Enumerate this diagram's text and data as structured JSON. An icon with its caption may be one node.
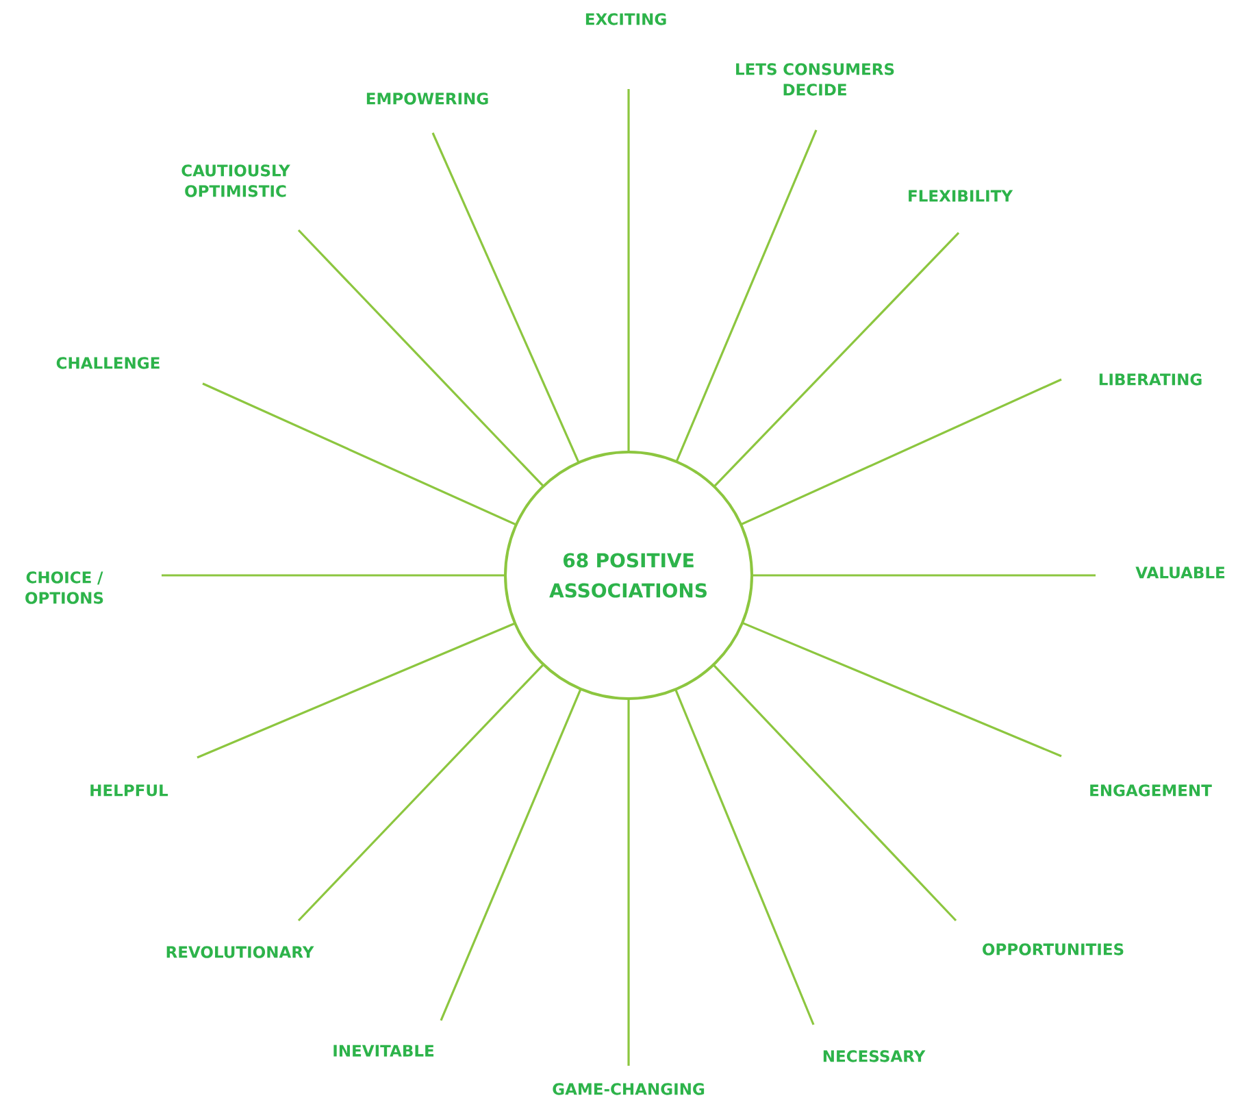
{
  "diagram": {
    "nodes": [
      {
        "text": [
          "68 POSITIVE ASSOCIATIONS"
        ]
      },
      {
        "text": [
          "EXCITING"
        ]
      },
      {
        "text": [
          "LETS CONSUMERS DECIDE"
        ]
      },
      {
        "text": [
          "FLEXIBILITY"
        ]
      },
      {
        "text": [
          "LIBERATING"
        ]
      },
      {
        "text": [
          "VALUABLE"
        ]
      },
      {
        "text": [
          "ENGAGEMENT"
        ]
      },
      {
        "text": [
          "OPPORTUNITIES"
        ]
      },
      {
        "text": [
          "NECESSARY"
        ]
      },
      {
        "text": [
          "GAME-CHANGING"
        ]
      },
      {
        "text": [
          "INEVITABLE"
        ]
      },
      {
        "text": [
          "REVOLUTIONARY"
        ]
      },
      {
        "text": [
          "HELPFUL"
        ]
      },
      {
        "text": [
          "CHOICE / OPTIONS"
        ]
      },
      {
        "text": [
          "CHALLENGE"
        ]
      },
      {
        "text": [
          "CAUTIOUSLY OPTIMISTIC"
        ]
      },
      {
        "text": [
          "EMPOWERING"
        ]
      }
    ],
    "edges": [
      {
        "from": 0,
        "to": 1,
        "arrow": "none"
      },
      {
        "from": 0,
        "to": 2,
        "arrow": "none"
      },
      {
        "from": 0,
        "to": 3,
        "arrow": "none"
      },
      {
        "from": 0,
        "to": 4,
        "arrow": "none"
      },
      {
        "from": 0,
        "to": 5,
        "arrow": "none"
      },
      {
        "from": 0,
        "to": 6,
        "arrow": "none"
      },
      {
        "from": 0,
        "to": 7,
        "arrow": "none"
      },
      {
        "from": 0,
        "to": 8,
        "arrow": "none"
      },
      {
        "from": 0,
        "to": 9,
        "arrow": "none"
      },
      {
        "from": 0,
        "to": 10,
        "arrow": "none"
      },
      {
        "from": 0,
        "to": 11,
        "arrow": "none"
      },
      {
        "from": 0,
        "to": 12,
        "arrow": "none"
      },
      {
        "from": 0,
        "to": 13,
        "arrow": "none"
      },
      {
        "from": 0,
        "to": 14,
        "arrow": "none"
      },
      {
        "from": 0,
        "to": 15,
        "arrow": "none"
      },
      {
        "from": 0,
        "to": 16,
        "arrow": "none"
      }
    ]
  }
}
